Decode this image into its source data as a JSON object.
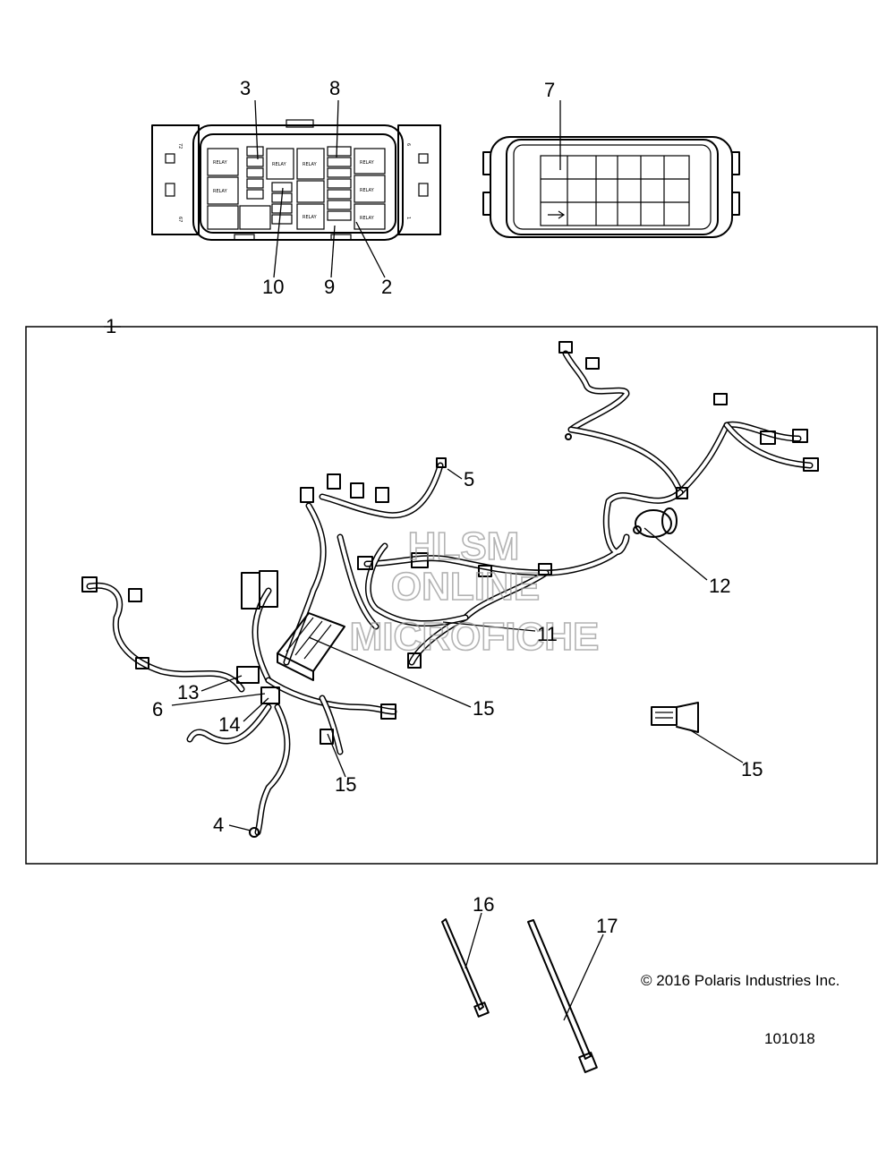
{
  "callouts": [
    {
      "id": "3",
      "text": "3"
    },
    {
      "id": "8",
      "text": "8"
    },
    {
      "id": "7",
      "text": "7"
    },
    {
      "id": "10",
      "text": "10"
    },
    {
      "id": "9",
      "text": "9"
    },
    {
      "id": "2",
      "text": "2"
    },
    {
      "id": "1",
      "text": "1"
    },
    {
      "id": "5",
      "text": "5"
    },
    {
      "id": "12",
      "text": "12"
    },
    {
      "id": "11",
      "text": "11"
    },
    {
      "id": "13",
      "text": "13"
    },
    {
      "id": "6",
      "text": "6"
    },
    {
      "id": "14",
      "text": "14"
    },
    {
      "id": "15a",
      "text": "15"
    },
    {
      "id": "15b",
      "text": "15"
    },
    {
      "id": "15c",
      "text": "15"
    },
    {
      "id": "4",
      "text": "4"
    },
    {
      "id": "16",
      "text": "16"
    },
    {
      "id": "17",
      "text": "17"
    }
  ],
  "fuse_box": {
    "side_labels": [
      "72",
      "67",
      "6",
      "1"
    ],
    "relay_label": "RELAY"
  },
  "watermark": {
    "line1": "HLSM",
    "line2": "ONLINE",
    "line3": "MICROFICHE"
  },
  "copyright": "© 2016 Polaris Industries Inc.",
  "figure_number": "101018"
}
